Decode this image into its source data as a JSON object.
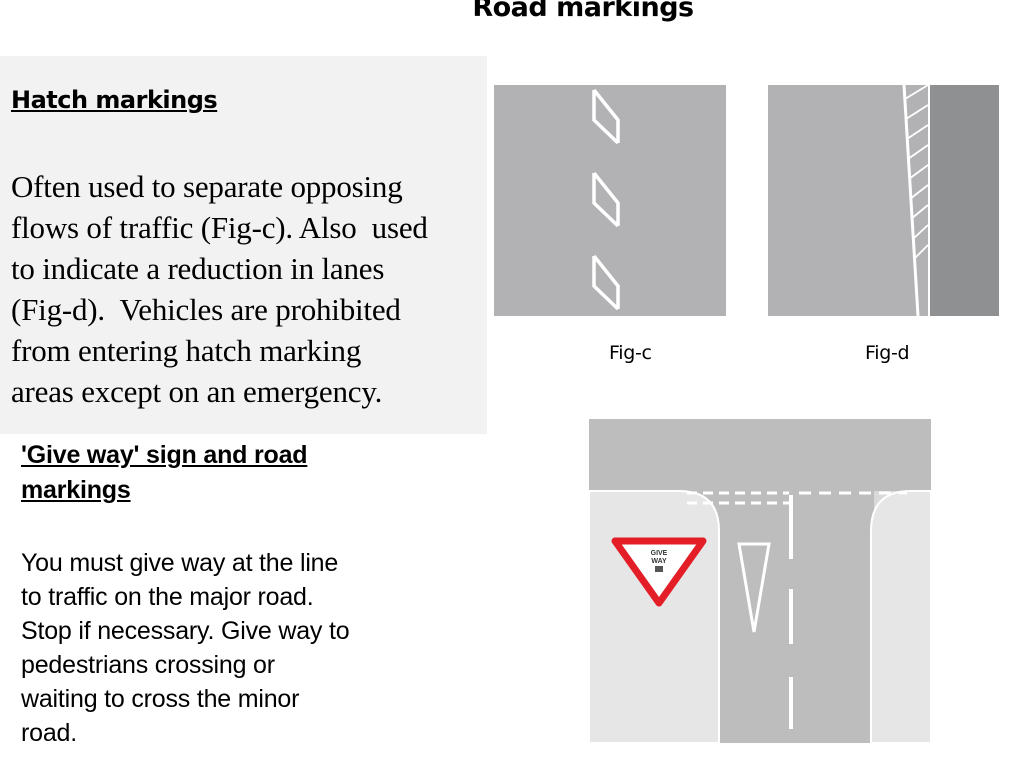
{
  "title": "Road markings",
  "hatch": {
    "heading": "Hatch markings",
    "lines": [
      "Often used to separate opposing",
      "flows of traffic (Fig-c). Also  used",
      "to indicate a reduction in lanes",
      "(Fig-d).  Vehicles are prohibited",
      "from entering hatch marking",
      "areas except on an emergency."
    ],
    "fig_c_caption": "Fig-c",
    "fig_d_caption": "Fig-d"
  },
  "give_way": {
    "heading_lines": [
      "'Give way' sign and road",
      "markings"
    ],
    "lines": [
      "You must give way at the line",
      "to traffic on the major road.",
      "Stop if necessary. Give way to",
      "pedestrians crossing or",
      "waiting to cross the minor",
      "road."
    ],
    "sign_text_line1": "GIVE",
    "sign_text_line2": "WAY"
  },
  "colors": {
    "road_gray": "#b2b2b5",
    "dark_gray": "#8e9092",
    "panel_bg": "#f2f2f2",
    "sign_red": "#e31e26"
  }
}
